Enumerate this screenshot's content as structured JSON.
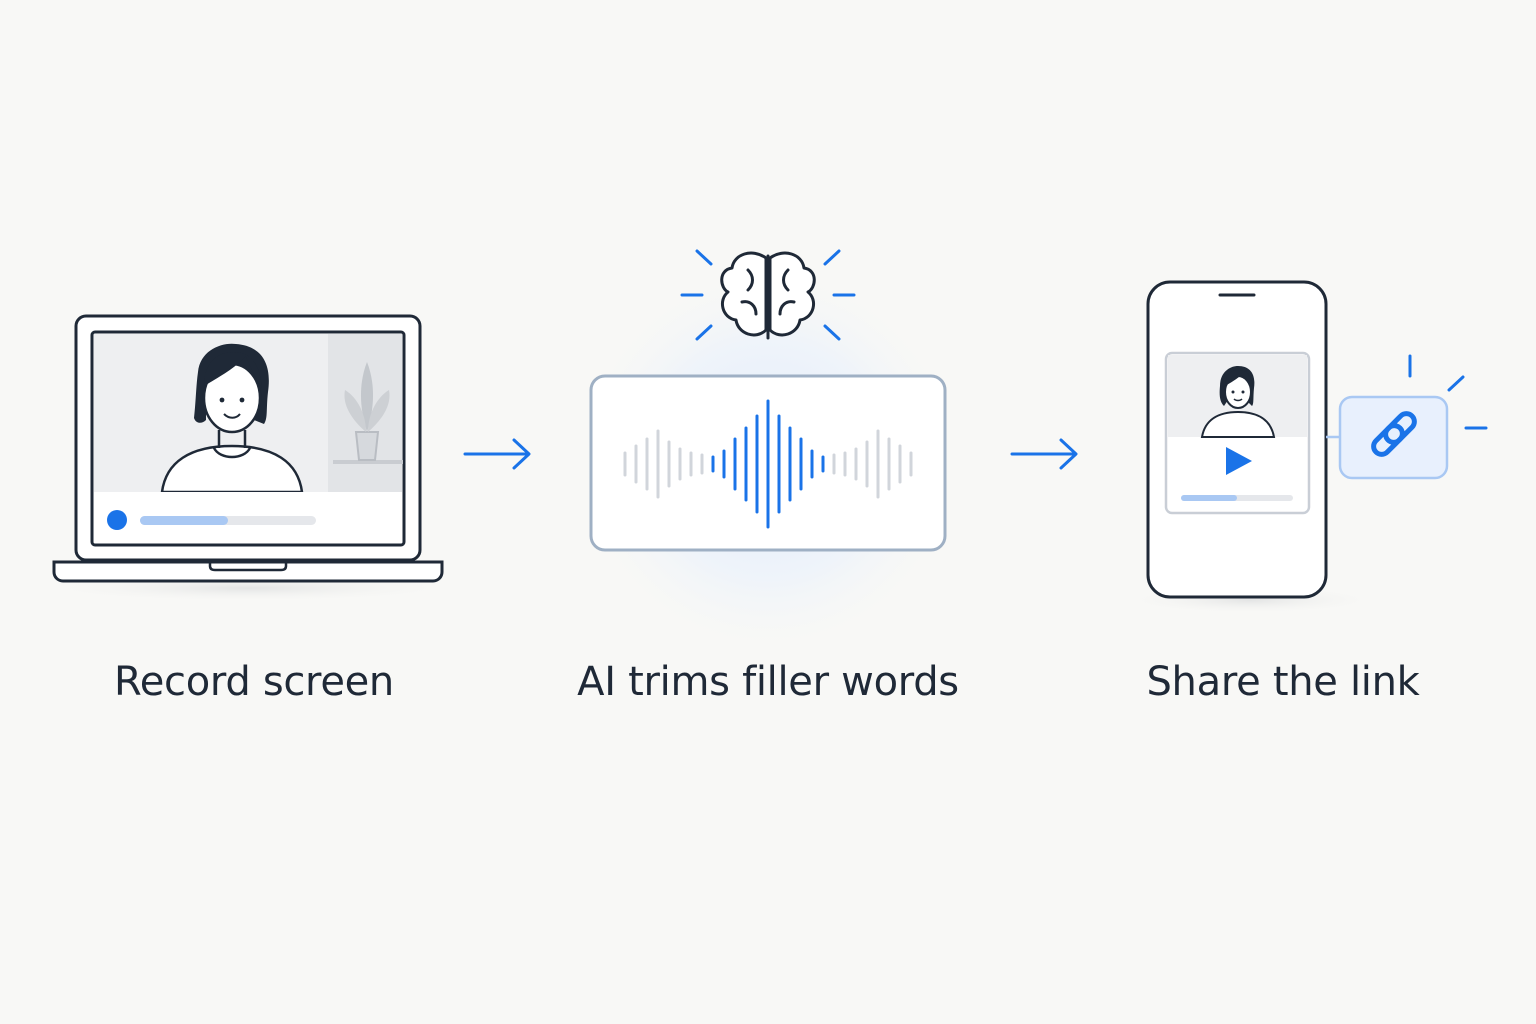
{
  "steps": [
    {
      "label": "Record screen",
      "icon": "laptop-recording-icon"
    },
    {
      "label": "AI trims filler words",
      "icon": "brain-waveform-icon"
    },
    {
      "label": "Share the link",
      "icon": "phone-link-icon"
    }
  ],
  "colors": {
    "background": "#f8f8f6",
    "ink": "#1f2937",
    "accent": "#1a73e8",
    "accent_light": "#a9c8f3",
    "muted": "#d1d5db",
    "panel": "#e5e7eb"
  },
  "recording_progress": 0.5,
  "video_progress": 0.5
}
